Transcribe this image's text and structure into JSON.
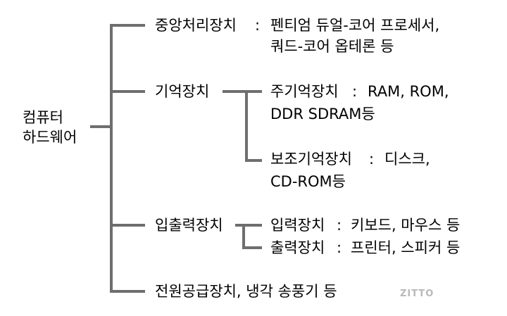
{
  "root": {
    "line1": "컴퓨터",
    "line2": "하드웨어"
  },
  "cpu": {
    "label": "중앙처리장치",
    "sep": ":",
    "desc1": "펜티엄 듀얼-코어 프로세서,",
    "desc2": "쿼드-코어 옵테론 등"
  },
  "memory": {
    "label": "기억장치",
    "main": {
      "label": "주기억장치",
      "sep": ":",
      "desc1": "RAM, ROM,",
      "desc2": "DDR SDRAM등"
    },
    "aux": {
      "label": "보조기억장치",
      "sep": ":",
      "desc1": "디스크,",
      "desc2": "CD-ROM등"
    }
  },
  "io": {
    "label": "입출력장치",
    "input": {
      "label": "입력장치",
      "sep": ":",
      "desc": "키보드, 마우스 등"
    },
    "output": {
      "label": "출력장치",
      "sep": ":",
      "desc": "프린터, 스피커 등"
    }
  },
  "power": {
    "label": "전원공급장치, 냉각 송풍기 등"
  },
  "watermark": "ZITTO",
  "colors": {
    "line": "#6e6e6e",
    "text": "#000000",
    "watermark": "#b9b9b9"
  }
}
